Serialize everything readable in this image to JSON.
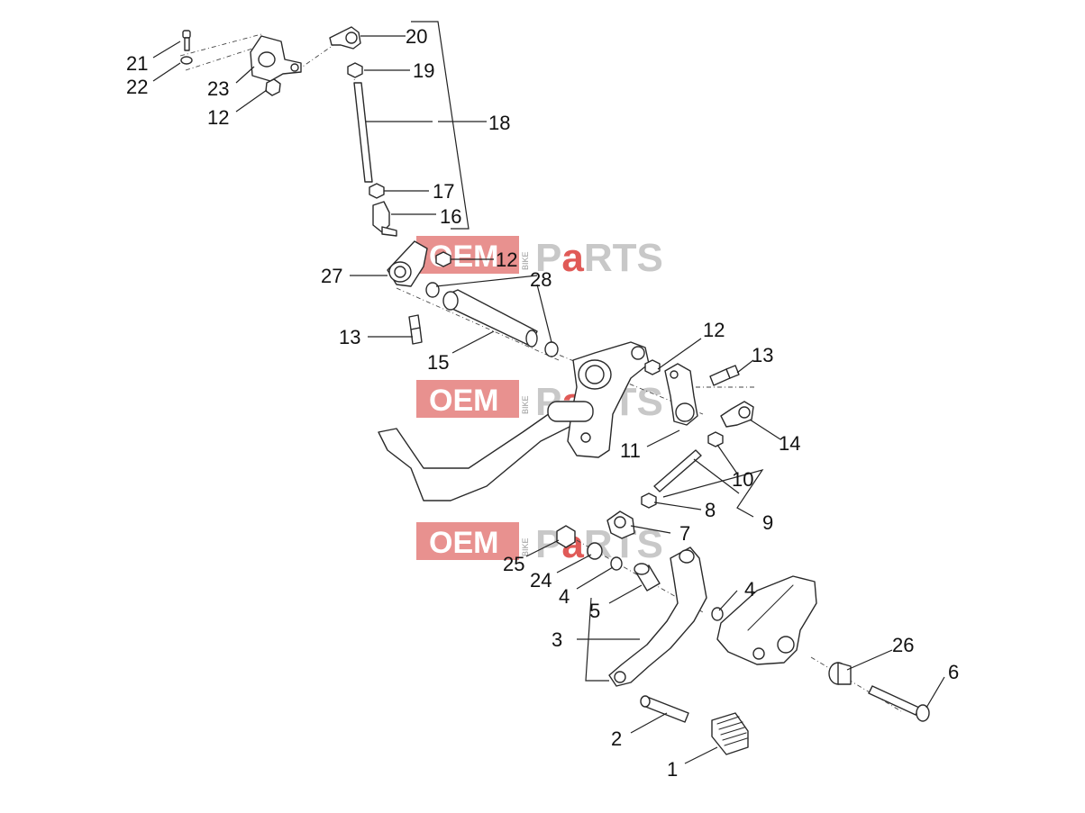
{
  "watermark": {
    "oem_text": "OEM",
    "bike_text": "BIKE",
    "parts_text": "PaRTS",
    "oem_color": "#e8918f",
    "a_color": "#e05a57",
    "parts_color": "#c8c8c8"
  },
  "callouts": {
    "c1": "1",
    "c2": "2",
    "c3": "3",
    "c4a": "4",
    "c4b": "4",
    "c5": "5",
    "c6": "6",
    "c7": "7",
    "c8": "8",
    "c9": "9",
    "c10": "10",
    "c11": "11",
    "c12a": "12",
    "c12b": "12",
    "c12c": "12",
    "c13a": "13",
    "c13b": "13",
    "c14": "14",
    "c15": "15",
    "c16": "16",
    "c17": "17",
    "c18": "18",
    "c19": "19",
    "c20": "20",
    "c21": "21",
    "c22": "22",
    "c23": "23",
    "c24": "24",
    "c25": "25",
    "c26": "26",
    "c27": "27",
    "c28": "28"
  }
}
